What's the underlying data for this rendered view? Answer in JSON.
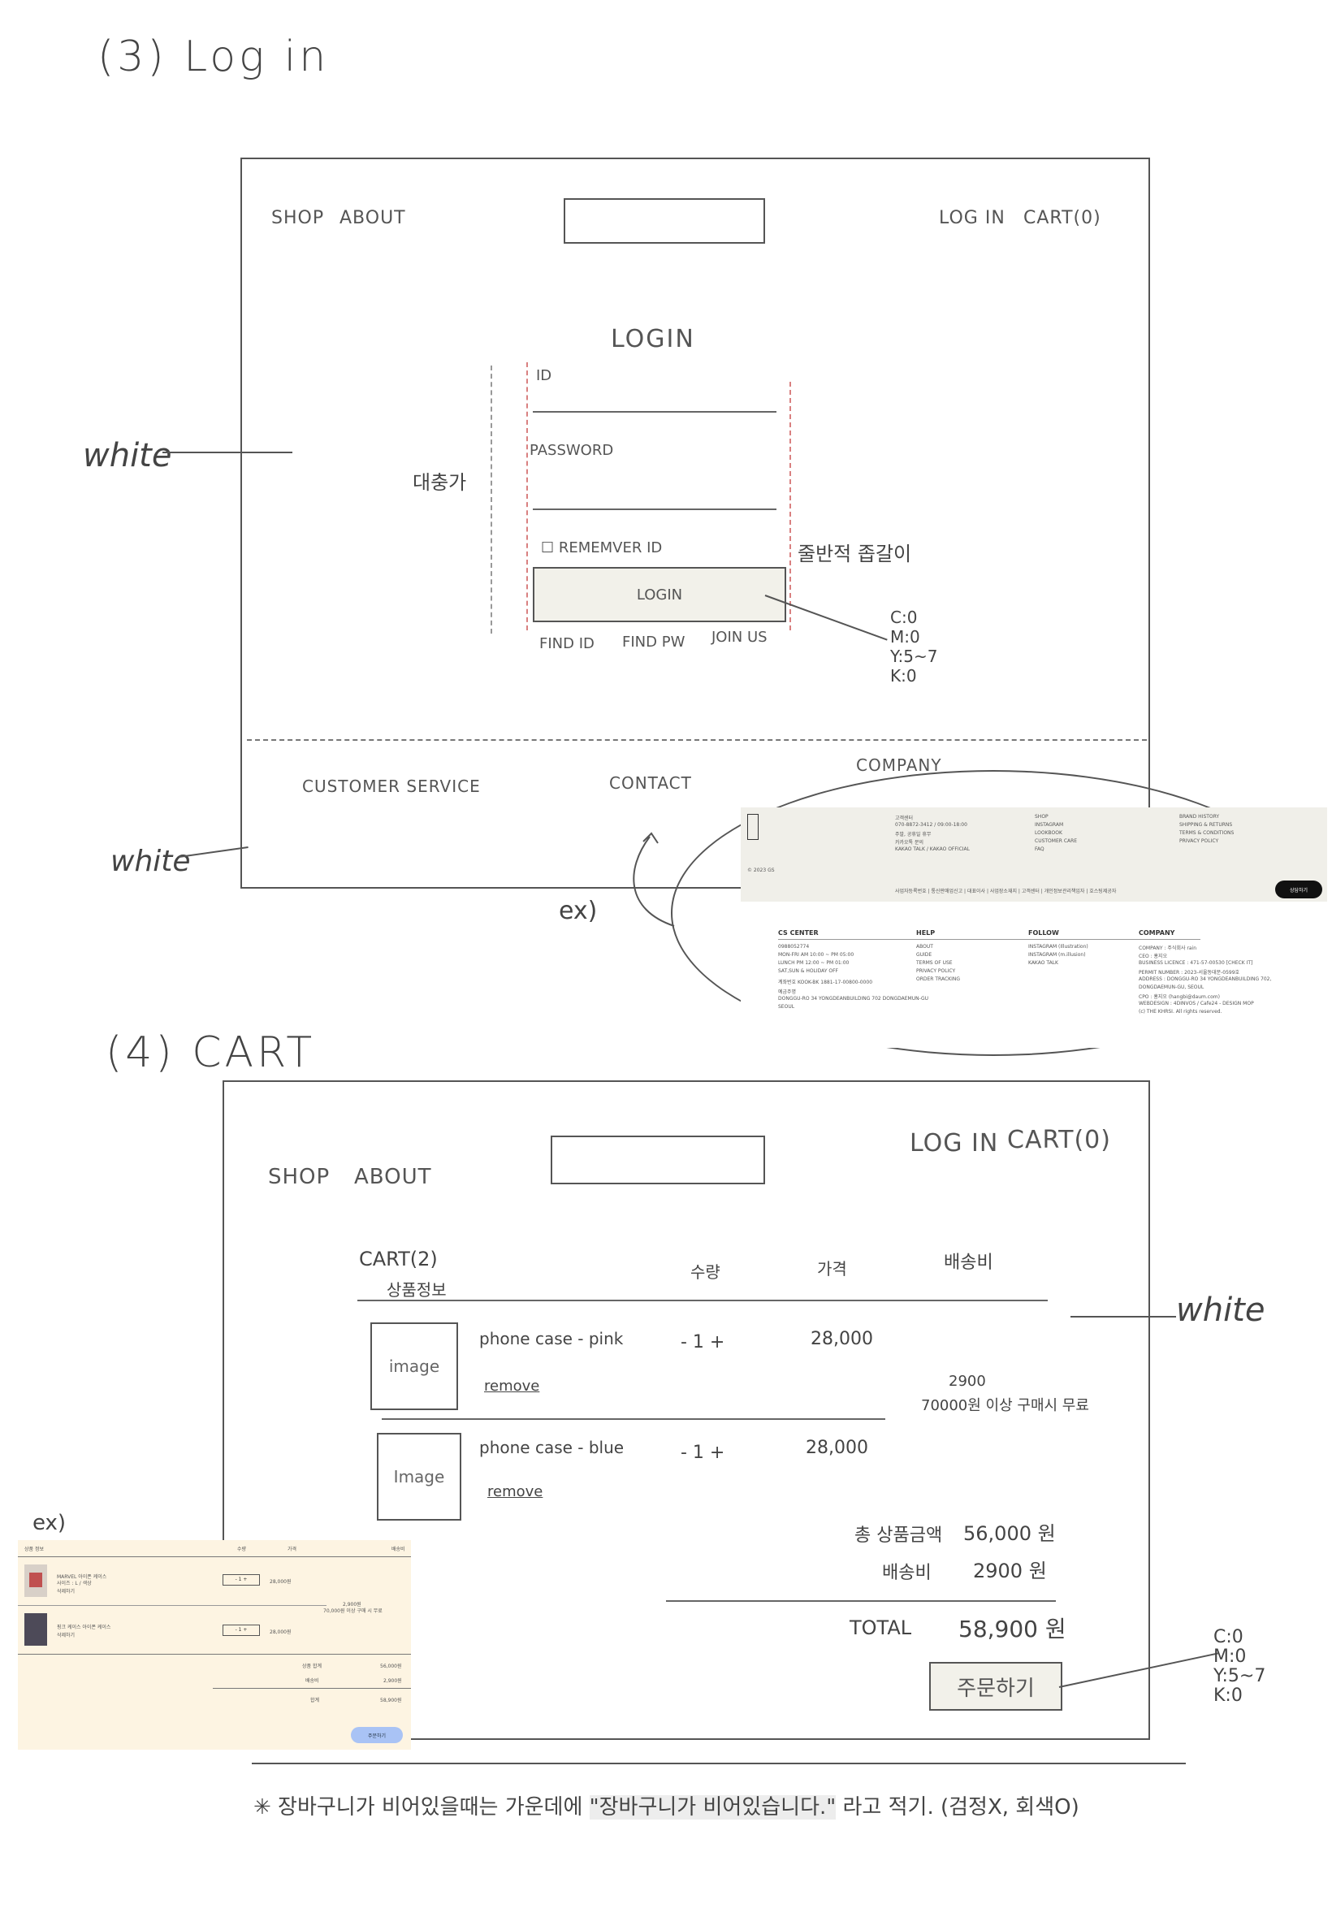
{
  "login_section": {
    "title": "(3) Log in",
    "nav": {
      "shop": "SHOP",
      "about": "ABOUT",
      "login": "LOG IN",
      "cart": "CART(0)"
    },
    "form_title": "LOGIN",
    "id_label": "ID",
    "password_label": "PASSWORD",
    "remember_label": "☐ REMEMVER ID",
    "login_button": "LOGIN",
    "find_id": "FIND ID",
    "find_pw": "FIND PW",
    "join_us": "JOIN US",
    "left_note": "대충가",
    "right_note": "줄반적 좁갈이",
    "cmyk": [
      "C:0",
      "M:0",
      "Y:5~7",
      "K:0"
    ],
    "white_label_top": "white",
    "footer": {
      "customer_service": "CUSTOMER SERVICE",
      "contact": "CONTACT",
      "company": "COMPANY"
    },
    "white_label_footer": "white",
    "ex_label": "ex)"
  },
  "footer_example": {
    "copyright": "© 2023 GS",
    "cs_center": "CS CENTER",
    "help": "HELP",
    "follow": "FOLLOW",
    "company": "COMPANY",
    "cs_lines": [
      "0988052774",
      "MON-FRI AM 10:00 ~ PM 05:00",
      "LUNCH PM 12:00 ~ PM 01:00",
      "SAT,SUN & HOLIDAY OFF",
      "계좌번호 KOOK-BK 1881-17-00800-0000",
      "예금주명",
      "DONGGU-RO 34 YONGDEANBUILDING 702 DONGDAEMUN-GU",
      "SEOUL"
    ],
    "help_lines": [
      "ABOUT",
      "GUIDE",
      "TERMS OF USE",
      "PRIVACY POLICY",
      "ORDER TRACKING"
    ],
    "follow_lines": [
      "INSTAGRAM (Illustration)",
      "INSTAGRAM (m.illusion)",
      "KAKAO TALK"
    ],
    "company_lines": [
      "COMPANY : 주식회사 rain",
      "CEO : 홍지오",
      "BUSINESS LICENCE : 471-57-00530 [CHECK IT]",
      "PERMIT NUMBER : 2023-서울동대문-0599호",
      "ADDRESS : DONGGU-RO 34 YONGDEANBUILDING 702,",
      "DONGDAEMUN-GU, SEOUL",
      "CPO : 홍지오 (hangbi@daum.com)",
      "WEBDESIGN : 4DINVOS / Cafe24 - DESIGN MOP",
      "(c) THE KHRSI. All rights reserved."
    ],
    "top_lines_1": [
      "고객센터",
      "070-8872-3412 / 09:00-18:00",
      "주말, 공휴일 휴무",
      "카카오톡 문의",
      "KAKAO TALK / KAKAO OFFICIAL"
    ],
    "top_lines_2": [
      "SHOP",
      "INSTAGRAM",
      "LOOKBOOK",
      "CUSTOMER CARE",
      "FAQ"
    ],
    "top_lines_3": [
      "BRAND HISTORY",
      "SHIPPING & RETURNS",
      "TERMS & CONDITIONS",
      "PRIVACY POLICY"
    ],
    "bottom_line": "사업자등록번호 | 통신판매업신고 | 대표이사 | 사업장소재지 | 고객센터 | 개인정보관리책임자 | 호스팅제공자",
    "chat": "상담하기"
  },
  "cart_section": {
    "title": "(4) CART",
    "nav": {
      "shop": "SHOP",
      "about": "ABOUT",
      "login": "LOG IN",
      "cart": "CART(0)"
    },
    "cart_title": "CART(2)",
    "col_product": "상품정보",
    "col_qty": "수량",
    "col_price": "가격",
    "col_shipping": "배송비",
    "items": [
      {
        "image": "image",
        "name": "phone case - pink",
        "remove": "remove",
        "qty": "- 1 +",
        "price": "28,000"
      },
      {
        "image": "Image",
        "name": "phone case - blue",
        "remove": "remove",
        "qty": "- 1 +",
        "price": "28,000"
      }
    ],
    "shipping_fee": "2900",
    "shipping_note": "70000원 이상 구매시 무료",
    "total_product_label": "총 상품금액",
    "total_product_value": "56,000 원",
    "shipping_label": "배송비",
    "shipping_value": "2900 원",
    "total_label": "TOTAL",
    "total_value": "58,900 원",
    "order_button": "주문하기",
    "cmyk": [
      "C:0",
      "M:0",
      "Y:5~7",
      "K:0"
    ],
    "white_label": "white",
    "ex_label": "ex)"
  },
  "cart_example": {
    "headers": [
      "상품 정보",
      "수량",
      "가격",
      "배송비"
    ],
    "item1": [
      "MARVEL 아이폰 케이스",
      "사이즈 : L / 색상",
      "삭제하기"
    ],
    "item2": [
      "핑크 케이스 아이폰 케이스",
      "삭제하기"
    ],
    "qty": "- 1 +",
    "price1": "28,000원",
    "price2": "28,000원",
    "ship": "2,900원",
    "ship_note": "70,000원 이상 구매 시 무료",
    "sum_label": "상품 합계",
    "sum_value": "56,000원",
    "shipfee_label": "배송비",
    "shipfee_value": "2,900원",
    "total_label": "합계",
    "total_value": "58,900원",
    "order_btn": "주문하기"
  },
  "footnote": {
    "prefix": "✳ 장바구니가 비어있을때는 가운데에",
    "quote": "\"장바구니가 비어있습니다.\"",
    "suffix": "라고 적기. (검정X, 회색O)"
  }
}
